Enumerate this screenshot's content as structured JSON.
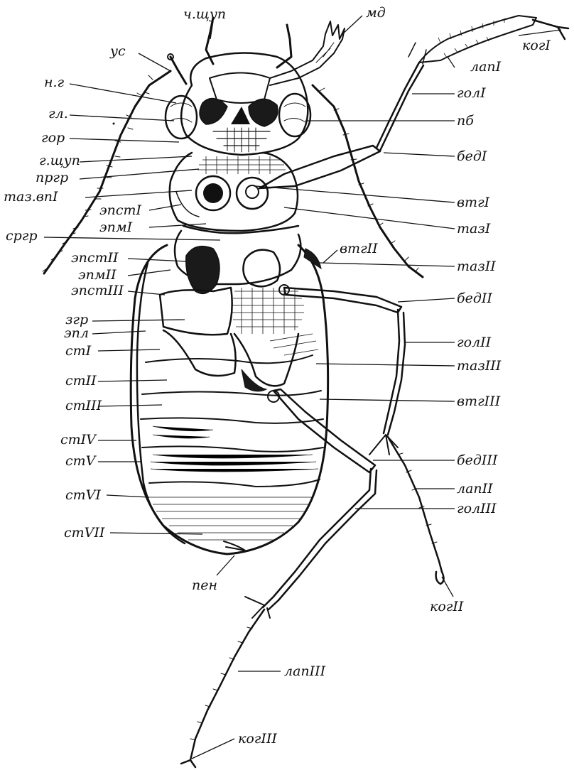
{
  "labels_left": {
    "ng": "н.г",
    "gl": "гл.",
    "gor": "гор",
    "gshchup": "г.щуп",
    "prgr": "пргр",
    "taz_vpI": "таз.впI",
    "epstI": "эпстI",
    "epmI": "эпмI",
    "srgr": "сргр",
    "epstII": "эпстII",
    "epmII": "эпмII",
    "epstIII": "эпстIII",
    "zgr": "згр",
    "epl": "эпл",
    "stI": "стI",
    "stII": "стII",
    "stIII": "стIII",
    "stIV": "стIV",
    "stV": "стV",
    "stVI": "стVI",
    "stVII": "стVII"
  },
  "labels_top": {
    "us": "ус",
    "chshchup": "ч.щуп",
    "md": "мд",
    "kogI": "когI"
  },
  "labels_right": {
    "lapI": "лапI",
    "golI": "голI",
    "pb": "пб",
    "bedI": "бедI",
    "vtgI": "втгI",
    "tazI": "тазI",
    "vtgII": "втгII",
    "tazII": "тазII",
    "bedII": "бедII",
    "golII": "голII",
    "tazIII": "тазIII",
    "vtgIII": "втгIII",
    "bedIII": "бедIII",
    "lapII": "лапII",
    "golIII": "голIII",
    "kogII": "когII"
  },
  "labels_bottom": {
    "pen": "пен",
    "lapIII": "лапIII",
    "kogIII": "когIII"
  }
}
